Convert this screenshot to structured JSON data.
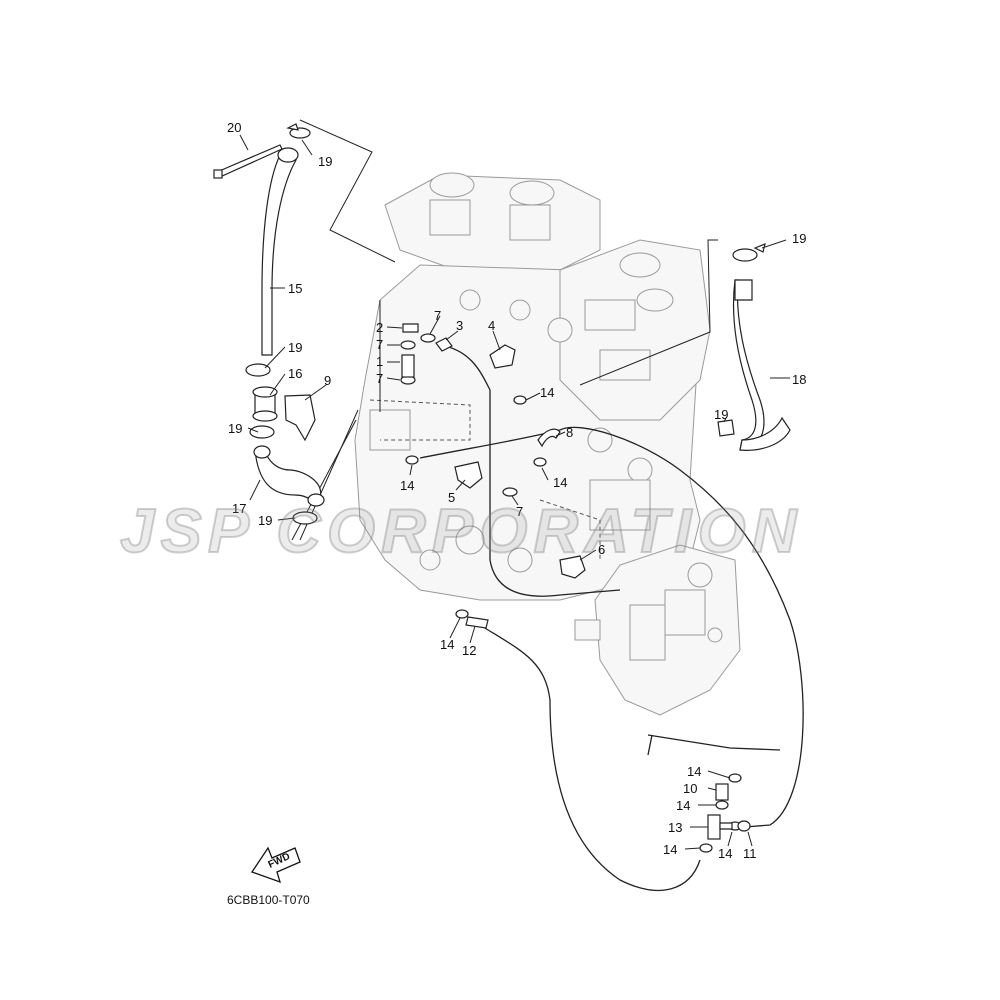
{
  "watermark": "JSP CORPORATION",
  "diagram_code": "6CBB100-T070",
  "fwd_label": "FWD",
  "callouts": {
    "c20": "20",
    "c19a": "19",
    "c15": "15",
    "c19b": "19",
    "c16": "16",
    "c9": "9",
    "c19c": "19",
    "c17": "17",
    "c19d": "19",
    "c2": "2",
    "c7a": "7",
    "c3": "3",
    "c4": "4",
    "c7b": "7",
    "c1": "1",
    "c7c": "7",
    "c14a": "14",
    "c14b": "14",
    "c8": "8",
    "c14c": "14",
    "c5": "5",
    "c7d": "7",
    "c6": "6",
    "c14d": "14",
    "c12": "12",
    "c19e": "19",
    "c18": "18",
    "c19f": "19",
    "c14e": "14",
    "c10": "10",
    "c14f": "14",
    "c13": "13",
    "c14g": "14",
    "c14h": "14",
    "c11": "11"
  }
}
